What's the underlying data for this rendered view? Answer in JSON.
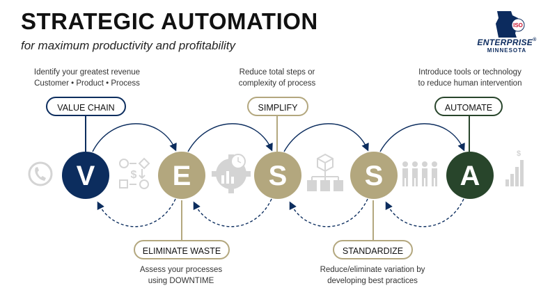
{
  "header": {
    "title": "STRATEGIC AUTOMATION",
    "subtitle": "for maximum productivity and profitability"
  },
  "logo": {
    "badge": "ISO",
    "word": "ENTERPRISE",
    "sub": "MINNESOTA",
    "registered": "®"
  },
  "stages": [
    {
      "letter": "V",
      "label": "VALUE CHAIN",
      "desc_line1": "Identify your greatest revenue",
      "desc_line2": "Customer • Product • Process",
      "color": "#0c2d5e"
    },
    {
      "letter": "E",
      "label": "ELIMINATE WASTE",
      "desc_line1": "Assess your processes",
      "desc_line2": "using DOWNTIME",
      "color": "#b3a77e"
    },
    {
      "letter": "S",
      "label": "SIMPLIFY",
      "desc_line1": "Reduce total steps or",
      "desc_line2": "complexity of process",
      "color": "#b3a77e"
    },
    {
      "letter": "S",
      "label": "STANDARDIZE",
      "desc_line1": "Reduce/eliminate variation by",
      "desc_line2": "developing best practices",
      "color": "#b3a77e"
    },
    {
      "letter": "A",
      "label": "AUTOMATE",
      "desc_line1": "Introduce tools or technology",
      "desc_line2": "to reduce human intervention",
      "color": "#28452b"
    }
  ],
  "icons": [
    "phone-icon",
    "process-flow-icon",
    "gear-chart-icon",
    "hierarchy-icon",
    "people-icon",
    "growth-chart-icon"
  ],
  "icon_glyph": "$",
  "colors": {
    "navy": "#0c2d5e",
    "tan": "#b3a77e",
    "green": "#28452b",
    "icon_gray": "#d4d4d4"
  }
}
